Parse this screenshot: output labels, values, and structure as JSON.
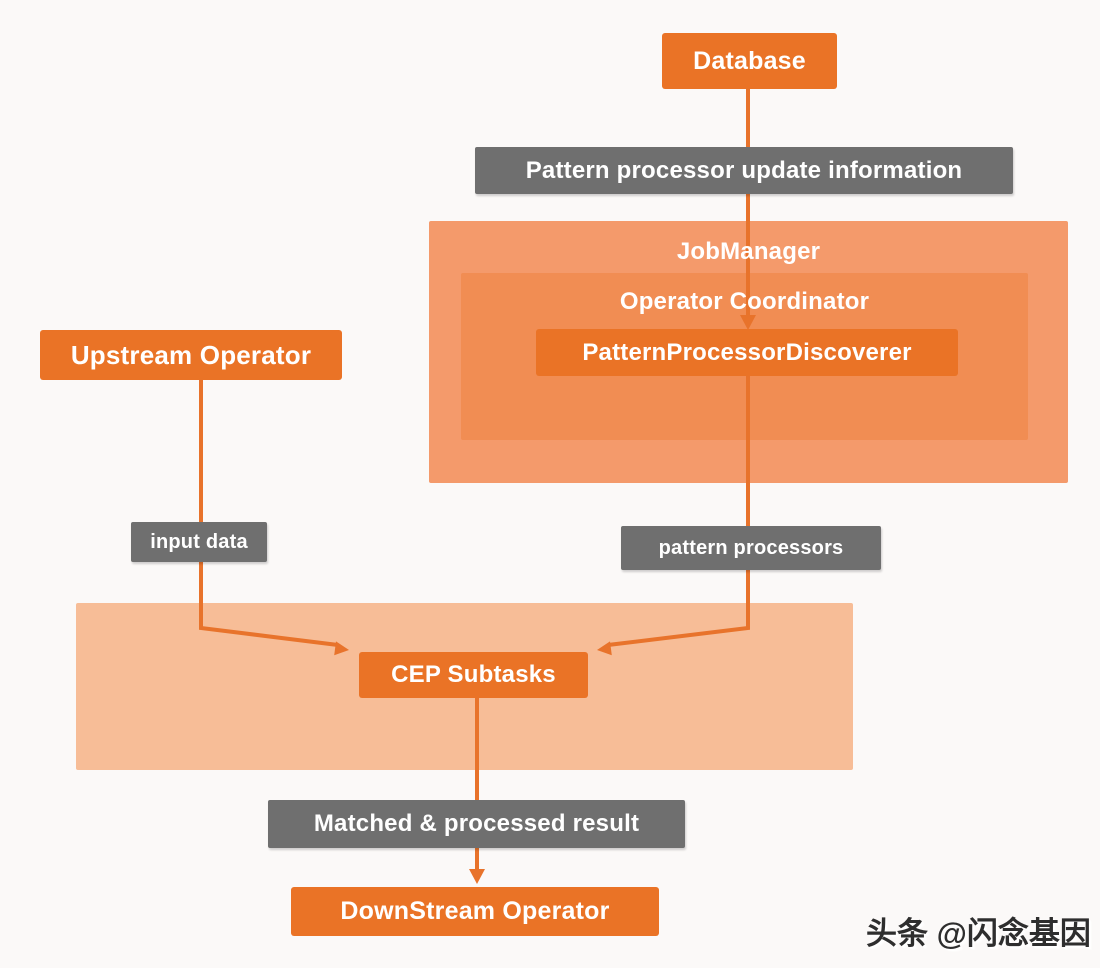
{
  "diagram": {
    "type": "flowchart",
    "nodes": {
      "database": "Database",
      "job_manager": "JobManager",
      "operator_coordinator": "Operator Coordinator",
      "pattern_processor_discoverer": "PatternProcessorDiscoverer",
      "upstream_operator": "Upstream Operator",
      "cep_subtasks": "CEP Subtasks",
      "downstream_operator": "DownStream Operator"
    },
    "edges": [
      {
        "from": "Database",
        "to": "PatternProcessorDiscoverer",
        "label": "Pattern processor update information"
      },
      {
        "from": "Upstream Operator",
        "to": "CEP Subtasks",
        "label": "input data"
      },
      {
        "from": "PatternProcessorDiscoverer",
        "to": "CEP Subtasks",
        "label": "pattern processors"
      },
      {
        "from": "CEP Subtasks",
        "to": "DownStream Operator",
        "label": "Matched & processed result"
      }
    ],
    "containment": [
      "JobManager contains Operator Coordinator",
      "Operator Coordinator contains PatternProcessorDiscoverer",
      "TaskManager-area (pale container) contains CEP Subtasks"
    ],
    "colors": {
      "node_orange": "#EA7326",
      "container_orange": "#F49A6B",
      "inner_container_orange": "#F18D53",
      "pale_container": "#F7BD97",
      "label_gray": "#6F6F6F",
      "arrow": "#E8732B",
      "text": "#FFFFFF",
      "background": "#FBF9F8"
    },
    "watermark": "头条 @闪念基因"
  }
}
